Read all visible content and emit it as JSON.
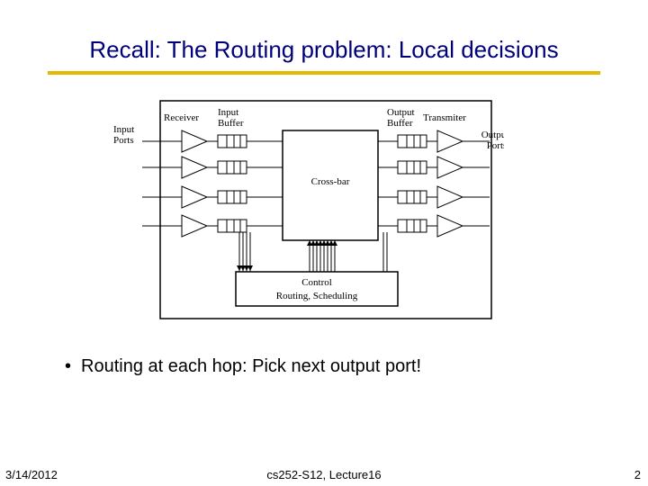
{
  "slide": {
    "title": "Recall: The Routing problem: Local decisions",
    "bullets": [
      "Routing at each hop: Pick next output port!"
    ],
    "footer": {
      "date": "3/14/2012",
      "course": "cs252-S12, Lecture16",
      "page": "2"
    }
  },
  "diagram": {
    "input_ports_label_1": "Input",
    "input_ports_label_2": "Ports",
    "receiver_label": "Receiver",
    "input_buffer_label_1": "Input",
    "input_buffer_label_2": "Buffer",
    "output_buffer_label_1": "Output",
    "output_buffer_label_2": "Buffer",
    "transmitter_label": "Transmiter",
    "output_ports_label_1": "Output",
    "output_ports_label_2": "Ports",
    "crossbar_label": "Cross-bar",
    "control_label_1": "Control",
    "control_label_2": "Routing, Scheduling"
  },
  "colors": {
    "title": "#00007a",
    "title_rule": "#e6b800"
  }
}
